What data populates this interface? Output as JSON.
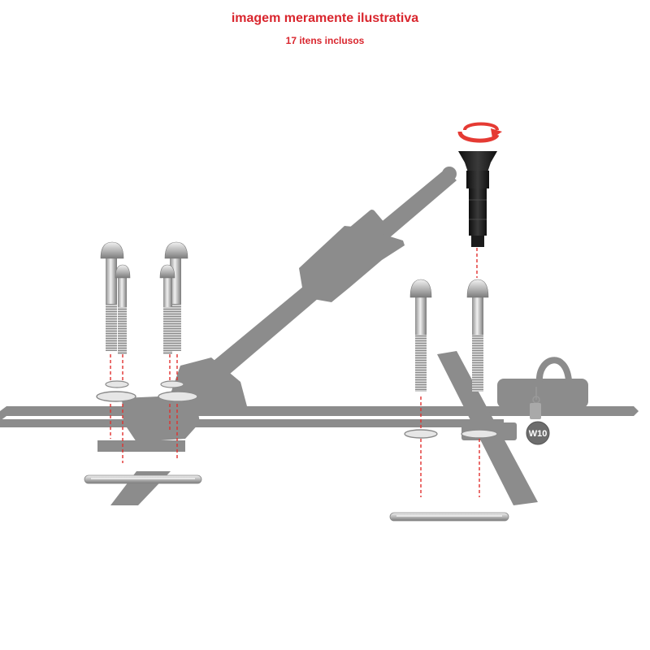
{
  "header": {
    "title": "imagem meramente ilustrativa",
    "subtitle": "17 itens inclusos"
  },
  "key_tag": {
    "label": "W10"
  },
  "colors": {
    "caption": "#d9262e",
    "guide_line": "#e0312f",
    "silhouette": "#8c8c8c",
    "knob": "#1b1b1b",
    "rotate_arrow": "#e53a33",
    "metal_light": "#e4e4e4",
    "metal_dark": "#8e8e8e"
  },
  "icons": {
    "rotation": "rotate-arrow-icon",
    "key": "key-icon"
  }
}
